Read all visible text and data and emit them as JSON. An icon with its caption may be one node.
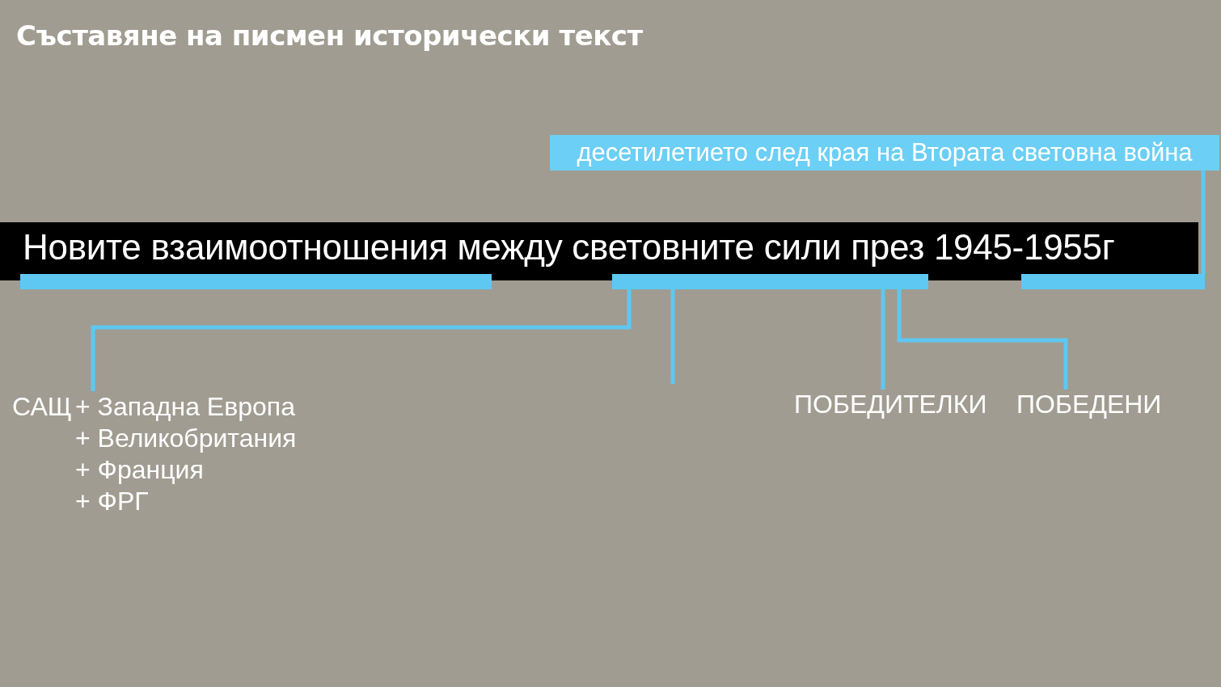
{
  "diagram": {
    "title": "Съставяне на писмен исторически текст",
    "nodes": [
      {
        "text": [
          "десетилетието след края на Втората световна война"
        ]
      },
      {
        "text": [
          "Новите взаимоотношения между световните сили през 1945-1955г"
        ]
      },
      {
        "text": [],
        "shape": "bar"
      },
      {
        "text": [],
        "shape": "bar"
      },
      {
        "text": [],
        "shape": "bar"
      },
      {
        "text": [
          "САЩ",
          "+ Западна Европа",
          "+ Великобритания",
          "+ Франция",
          "+ ФРГ"
        ]
      },
      {
        "text": [
          "ПОБЕДИТЕЛКИ"
        ]
      },
      {
        "text": [
          "ПОБЕДЕНИ"
        ]
      }
    ],
    "edges": [
      {
        "from": 0,
        "to": 4,
        "arrow": "none"
      },
      {
        "from": 3,
        "to": 5,
        "arrow": "none"
      },
      {
        "from": 3,
        "to": null,
        "arrow": "none"
      },
      {
        "from": 3,
        "to": 6,
        "arrow": "none"
      },
      {
        "from": 3,
        "to": 7,
        "arrow": "none"
      }
    ]
  }
}
